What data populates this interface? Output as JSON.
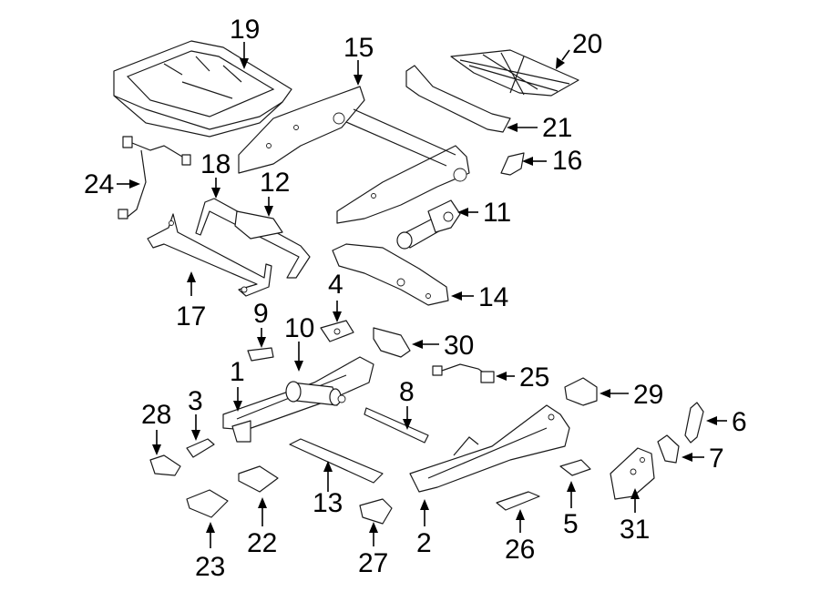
{
  "callouts": {
    "c1": "1",
    "c2": "2",
    "c3": "3",
    "c4": "4",
    "c5": "5",
    "c6": "6",
    "c7": "7",
    "c8": "8",
    "c9": "9",
    "c10": "10",
    "c11": "11",
    "c12": "12",
    "c13": "13",
    "c14": "14",
    "c15": "15",
    "c16": "16",
    "c17": "17",
    "c18": "18",
    "c19": "19",
    "c20": "20",
    "c21": "21",
    "c22": "22",
    "c23": "23",
    "c24": "24",
    "c25": "25",
    "c26": "26",
    "c27": "27",
    "c28": "28",
    "c29": "29",
    "c30": "30",
    "c31": "31"
  },
  "colors": {
    "line": "#1a1a1a",
    "background": "#ffffff",
    "shade": "#d9d9d9"
  }
}
